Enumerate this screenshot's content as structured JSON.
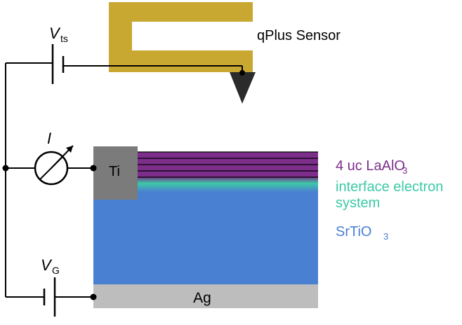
{
  "labels": {
    "sensor": "qPlus Sensor",
    "ti": "Ti",
    "ag": "Ag",
    "current": "I",
    "vts_main": "V",
    "vts_sub": "ts",
    "vg_main": "V",
    "vg_sub": "G",
    "laalo3_main": "4 uc LaAlO",
    "laalo3_sub": "3",
    "interface_line1": "interface electron",
    "interface_line2": "system",
    "srtio3_main": "SrTiO",
    "srtio3_sub": "3"
  },
  "colors": {
    "sensor": "#c9a832",
    "tip": "#2b2b2b",
    "ti": "#7b7b7b",
    "laalo3": "#7c2e8a",
    "interface": "#3cc9a6",
    "srtio3": "#4a80d2",
    "ag": "#bdbdbd",
    "wire": "#000000"
  }
}
